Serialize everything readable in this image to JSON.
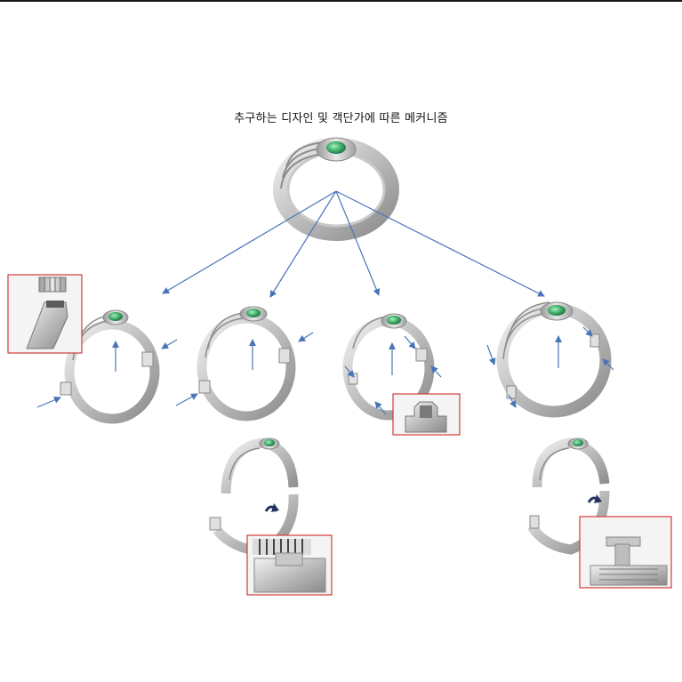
{
  "title": "추구하는 디자인 및 객단가에 따른 메커니즘",
  "colors": {
    "arrow": "#4a74b8",
    "inset_border": "#d23a3a",
    "metal_light": "#e6e6e6",
    "metal_mid": "#b4b4b4",
    "metal_dark": "#7c7c7c",
    "gem": "#4fbf7a",
    "rotate_arrow": "#23355f"
  },
  "nodes": [
    {
      "id": "main-ring"
    },
    {
      "id": "variant-1",
      "inset": "latch-detail"
    },
    {
      "id": "variant-2"
    },
    {
      "id": "variant-3",
      "inset": "tab-detail"
    },
    {
      "id": "variant-4"
    },
    {
      "id": "variant-2-open",
      "inset": "hinge-detail"
    },
    {
      "id": "variant-4-open",
      "inset": "clip-detail"
    }
  ]
}
